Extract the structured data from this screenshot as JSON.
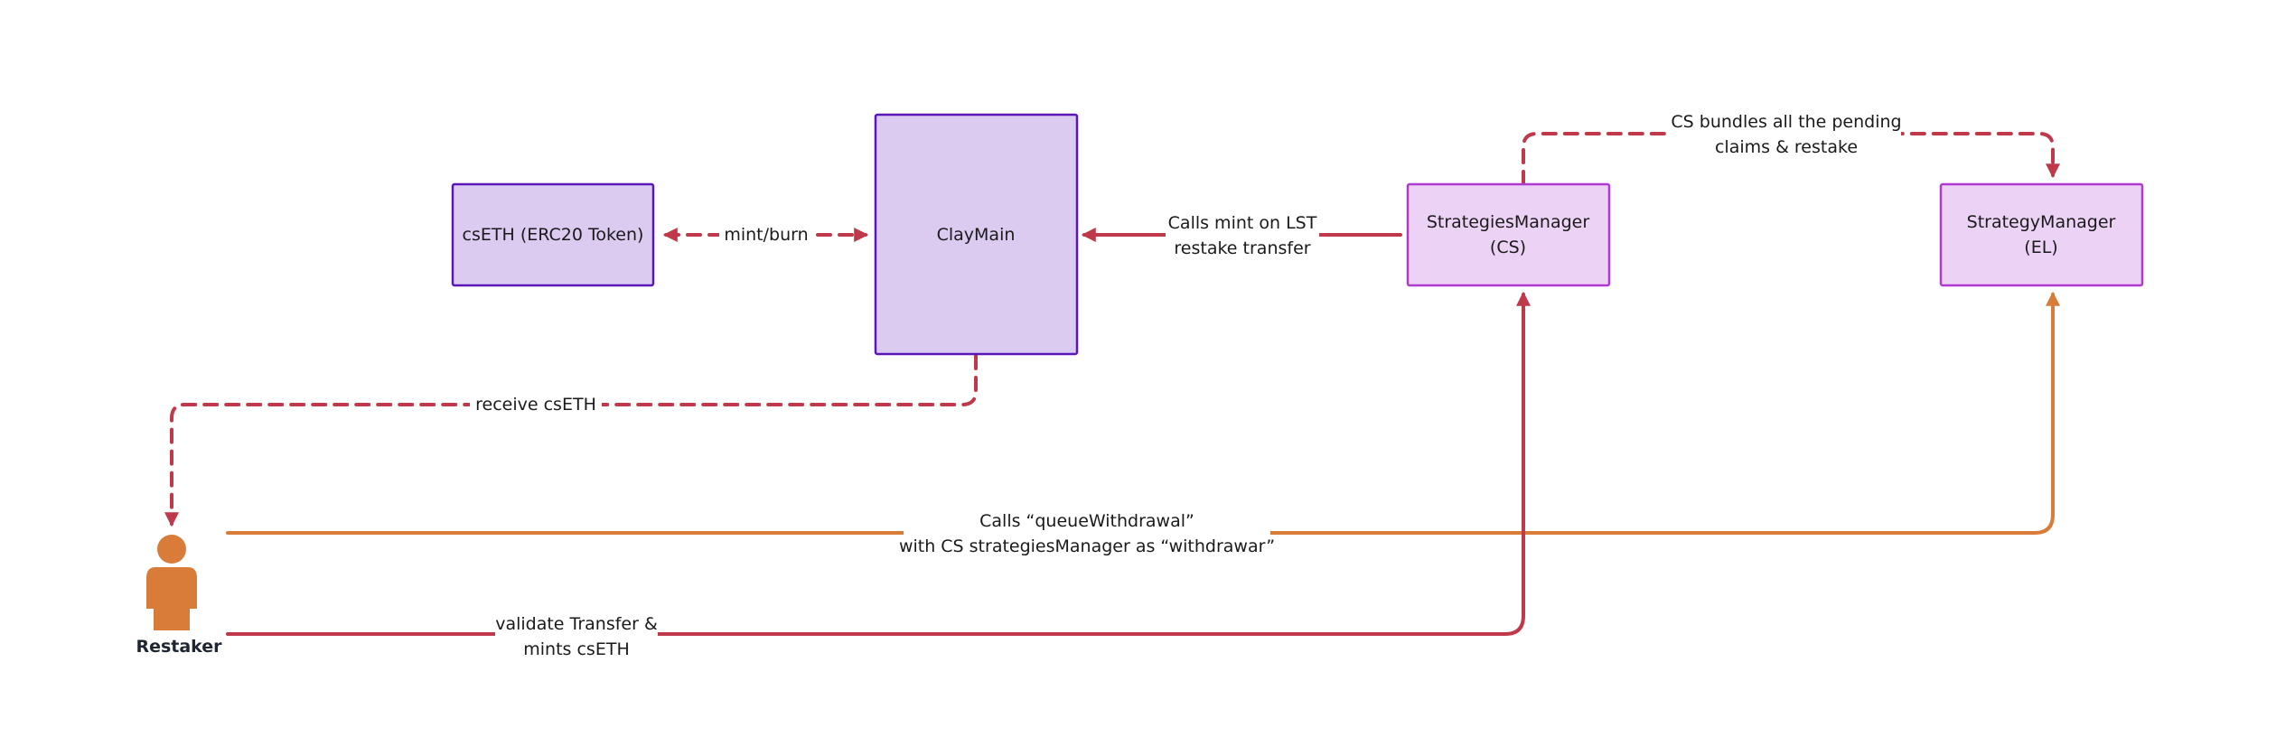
{
  "colors": {
    "red_edge": "#c0394b",
    "orange_edge": "#d97c3a",
    "box_dark_fill": "#dccbf0",
    "box_dark_stroke": "#5b16b8",
    "box_light_fill": "#ecd3f5",
    "box_light_stroke": "#b03ad0",
    "actor": "#d97c3a"
  },
  "nodes": {
    "cseth_token": {
      "label": "csETH (ERC20 Token)"
    },
    "claymain": {
      "label": "ClayMain"
    },
    "strategies_manager_cs": {
      "line1": "StrategiesManager",
      "line2": "(CS)"
    },
    "strategy_manager_el": {
      "line1": "StrategyManager",
      "line2": "(EL)"
    }
  },
  "actor": {
    "label": "Restaker",
    "icon": "person-icon"
  },
  "edges": {
    "mint_burn": {
      "label": "mint/burn"
    },
    "calls_mint": {
      "line1": "Calls mint on LST",
      "line2": "restake transfer"
    },
    "cs_bundles": {
      "line1": "CS bundles all the pending",
      "line2": "claims & restake"
    },
    "receive_cseth": {
      "label": "receive csETH"
    },
    "queue_withdrawal": {
      "line1": "Calls “queueWithdrawal”",
      "line2": "with CS strategiesManager as “withdrawar”"
    },
    "validate_transfer": {
      "line1": "validate Transfer &",
      "line2": "mints csETH"
    }
  }
}
